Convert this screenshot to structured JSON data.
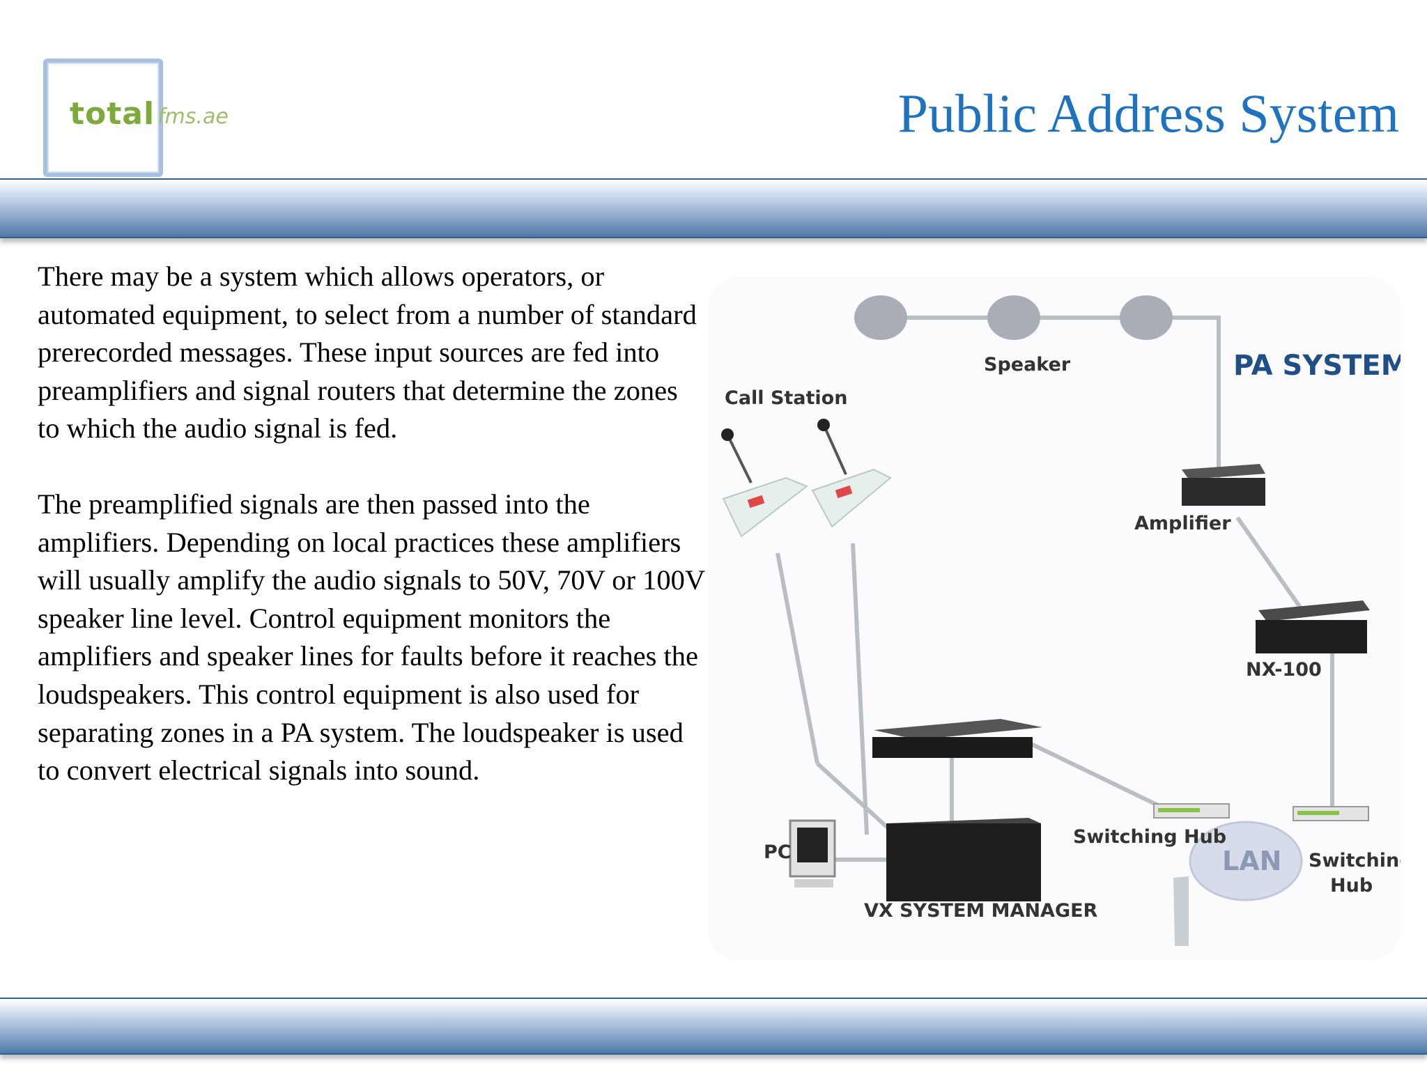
{
  "header": {
    "logo_word": "total",
    "logo_sub": "fms.ae",
    "title": "Public Address System"
  },
  "body": {
    "paragraphs": [
      "There may be a system which allows operators, or automated equipment, to select from a number of standard prerecorded messages. These input sources are fed into preamplifiers and signal routers that determine the zones to which the audio signal is fed.",
      "The preamplified signals are then passed into the amplifiers. Depending on local practices these amplifiers will usually amplify the audio signals to 50V, 70V or 100V speaker line level. Control equipment monitors the amplifiers and speaker lines for faults before it reaches the loudspeakers. This control equipment is also used for separating zones in a PA system. The loudspeaker is used to convert electrical signals into sound."
    ]
  },
  "diagram": {
    "title": "PA SYSTEM",
    "labels": {
      "speaker": "Speaker",
      "call_station": "Call Station",
      "amplifier": "Amplifier",
      "nx100": "NX-100",
      "switching_hub_1": "Switching Hub",
      "switching_hub_2_line1": "Switching",
      "switching_hub_2_line2": "Hub",
      "lan": "LAN",
      "pc": "PC",
      "vx_system_manager": "VX SYSTEM MANAGER"
    }
  },
  "colors": {
    "title": "#1e73c0",
    "bar_dark": "#4f79a8",
    "logo_green": "#7cab3c"
  }
}
